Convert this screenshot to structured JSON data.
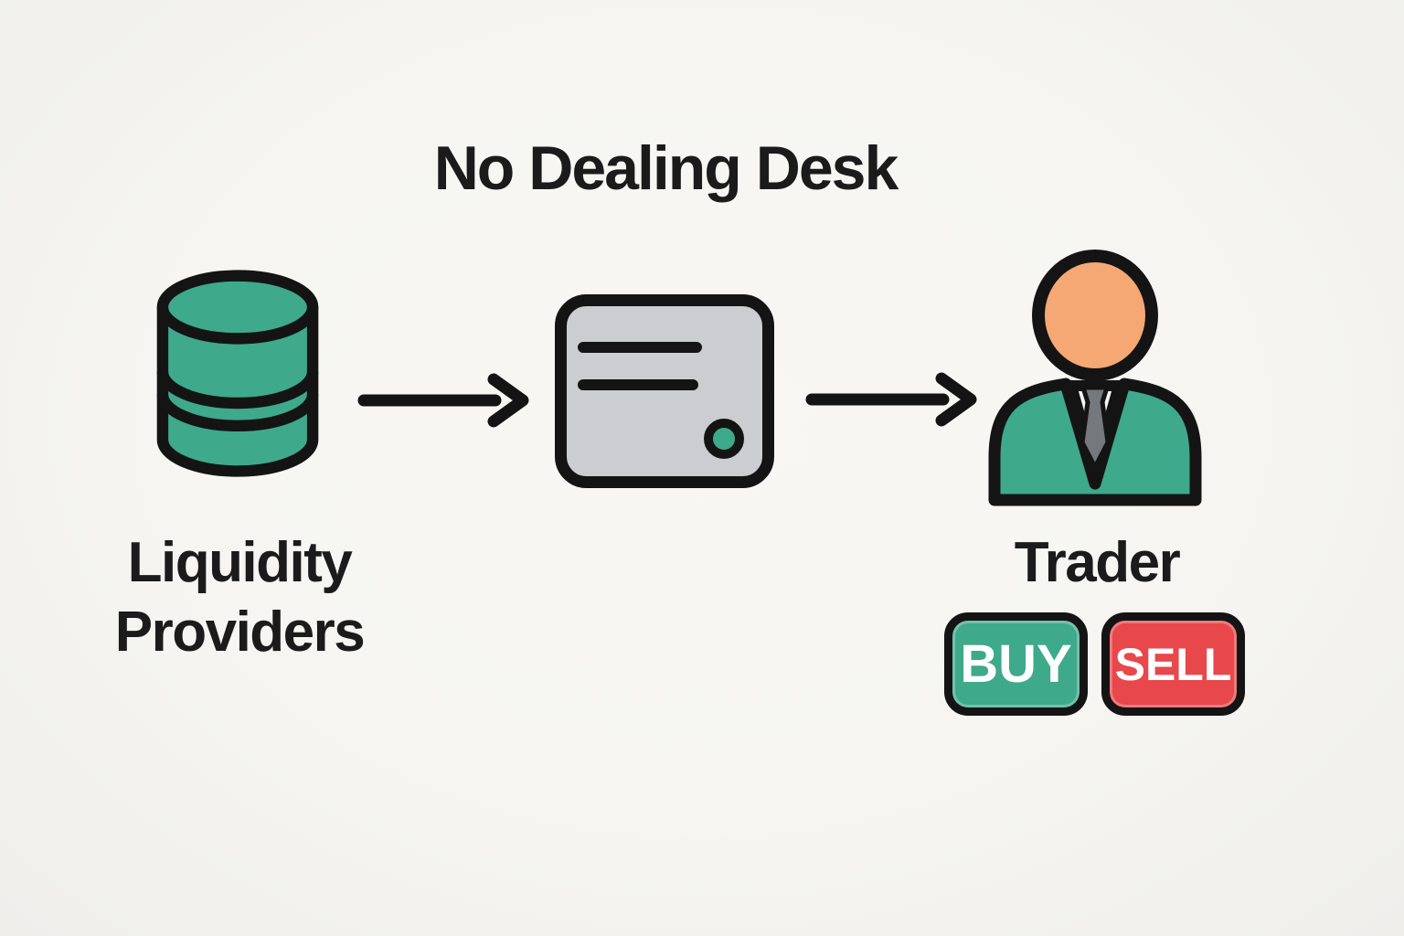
{
  "title": "No Dealing Desk",
  "colors": {
    "bg": "#f6f5f1",
    "outline": "#141414",
    "text": "#1b1b1b",
    "green": "#3ea98b",
    "card_gray": "#cbcdd0",
    "skin": "#f5a873",
    "tie_gray": "#75787c",
    "red": "#e8474b",
    "button_text": "#ffffff"
  },
  "nodes": {
    "liquidity_providers": {
      "icon": "database-icon",
      "label_line1": "Liquidity",
      "label_line2": "Providers"
    },
    "execution_system": {
      "icon": "order-ticket-icon"
    },
    "trader": {
      "icon": "trader-icon",
      "label": "Trader"
    }
  },
  "arrows": [
    {
      "from": "liquidity_providers",
      "to": "execution_system"
    },
    {
      "from": "execution_system",
      "to": "trader"
    }
  ],
  "buttons": {
    "buy": {
      "label": "BUY",
      "color": "#3ea98b"
    },
    "sell": {
      "label": "SELL",
      "color": "#e8474b"
    }
  }
}
